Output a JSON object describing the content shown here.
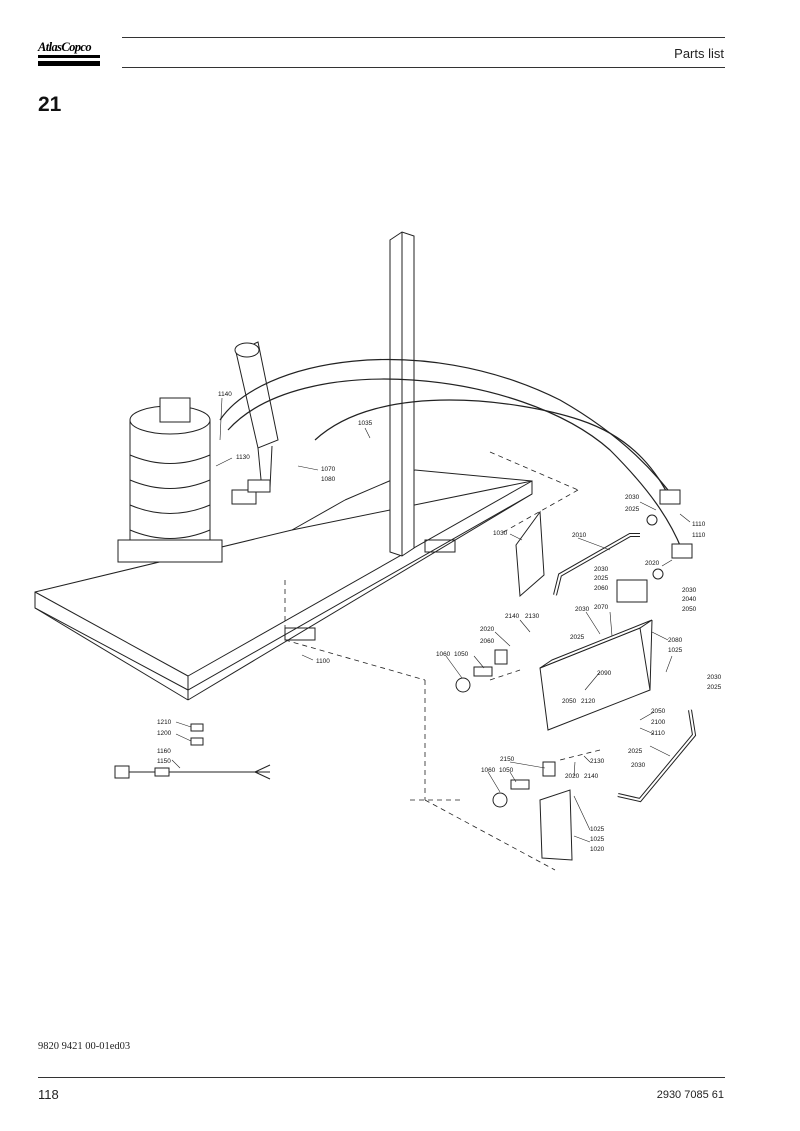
{
  "header": {
    "logo_text": "AtlasCopco",
    "title": "Parts list"
  },
  "section": {
    "number": "21"
  },
  "drawing": {
    "labels": [
      "1140",
      "1130",
      "1070",
      "1080",
      "1035",
      "1100",
      "1030",
      "2010",
      "2030",
      "2025",
      "1110",
      "1110",
      "2030",
      "2025",
      "2060",
      "2020",
      "2030",
      "2040",
      "2050",
      "2030",
      "2070",
      "2140",
      "2130",
      "2020",
      "2060",
      "1060",
      "1050",
      "2025",
      "2080",
      "1025",
      "2090",
      "2030",
      "2025",
      "2050",
      "2120",
      "2050",
      "2100",
      "2110",
      "2150",
      "2020",
      "2140",
      "2130",
      "2025",
      "2030",
      "1060",
      "1050",
      "1025",
      "1025",
      "1020",
      "1210",
      "1200",
      "1160",
      "1150"
    ]
  },
  "footer": {
    "doc_code": "9820 9421 00-01ed03",
    "page": "118",
    "part_number": "2930 7085 61"
  }
}
